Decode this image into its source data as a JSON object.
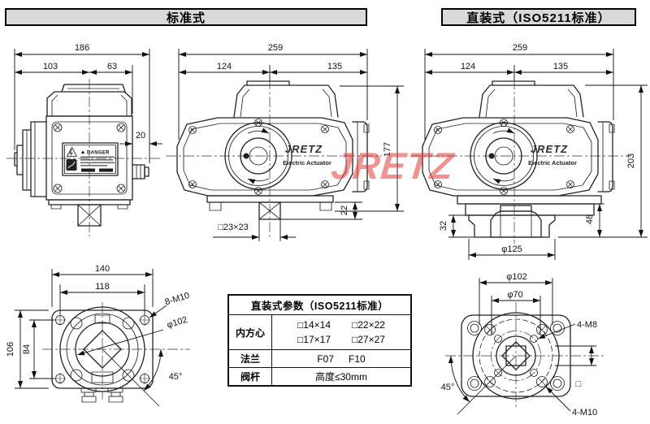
{
  "titles": {
    "standard": "标准式",
    "direct": "直装式（ISO5211标准）",
    "bg_color": "#d9d9d9"
  },
  "watermark": {
    "text": "JRETZ",
    "color": "#e03a34"
  },
  "device": {
    "logo": "JRETZ",
    "subtitle": "Electric Actuator",
    "warning": "DANGER"
  },
  "dims": {
    "side": {
      "total_width": "186",
      "left_width": "103",
      "right_width": "63",
      "cover_depth": "20"
    },
    "front_standard": {
      "total_width": "259",
      "left_width": "124",
      "right_width": "135",
      "height": "177",
      "stem_height": "22",
      "stem_square": "□23×23"
    },
    "front_direct": {
      "total_width": "259",
      "left_width": "124",
      "right_width": "135",
      "height": "203",
      "flange_height": "48",
      "coupler_height": "32",
      "flange_diameter": "φ125"
    },
    "bottom_standard": {
      "width": "140",
      "hole_spacing_w": "118",
      "height": "106",
      "hole_spacing_h": "84",
      "thread": "8-M10",
      "bolt_circle": "φ102",
      "angle": "45°"
    },
    "bottom_direct": {
      "bolt_circle_outer": "φ102",
      "bolt_circle_inner": "φ70",
      "thread_inner": "4-M8",
      "thread_outer": "4-M10",
      "angle": "45°",
      "square_symbol": "□"
    }
  },
  "table": {
    "title": "直装式参数（ISO5211标准）",
    "rows": [
      {
        "label": "内方心",
        "values": [
          "□14×14",
          "□22×22",
          "□17×17",
          "□27×27"
        ]
      },
      {
        "label": "法兰",
        "values": [
          "F07",
          "F10"
        ]
      },
      {
        "label": "阀杆",
        "values": [
          "高度≤30mm"
        ]
      }
    ]
  }
}
